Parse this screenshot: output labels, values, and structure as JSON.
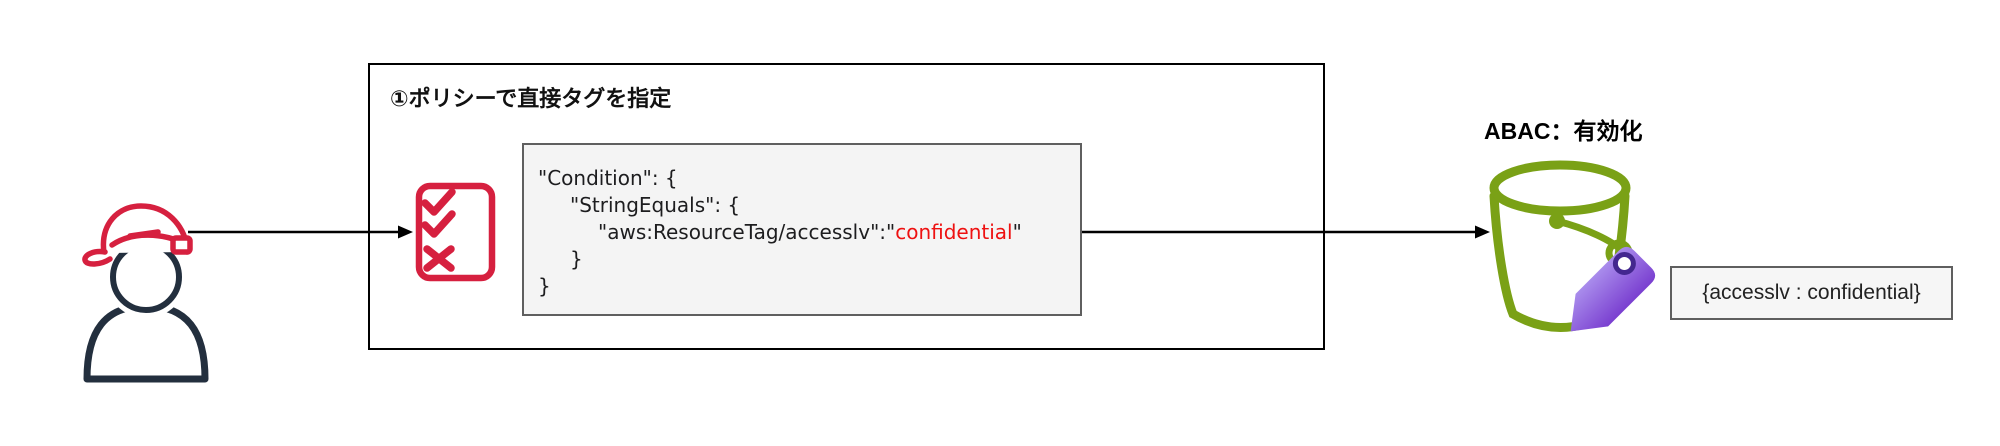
{
  "step_box": {
    "title": "①ポリシーで直接タグを指定"
  },
  "policy_code": {
    "line1": "\"Condition\": {",
    "line2": "\"StringEquals\": {",
    "line3_prefix": "\"aws:ResourceTag/accesslv\":\"",
    "line3_highlight": "confidential",
    "line3_suffix": "\"",
    "line4": "}",
    "line5": "}"
  },
  "bucket": {
    "title": "ABAC：有効化",
    "tag_text": "{accesslv : confidential}"
  },
  "icons": {
    "user": "user-with-hardhat-icon",
    "checklist": "policy-checklist-icon",
    "s3_bucket": "s3-bucket-icon",
    "tag": "tag-icon",
    "arrows": "flow-arrow"
  },
  "colors": {
    "person_navy": "#232f3e",
    "accent_red": "#d6203f",
    "code_highlight_red": "#ee1111",
    "bucket_green": "#7aa116",
    "tag_purple_light": "#a98cec",
    "tag_purple_dark": "#7a3fd0",
    "tag_ring": "#43278f",
    "code_bg": "#f4f4f4",
    "border_gray": "#5f5f5f",
    "border_black": "#000000"
  }
}
